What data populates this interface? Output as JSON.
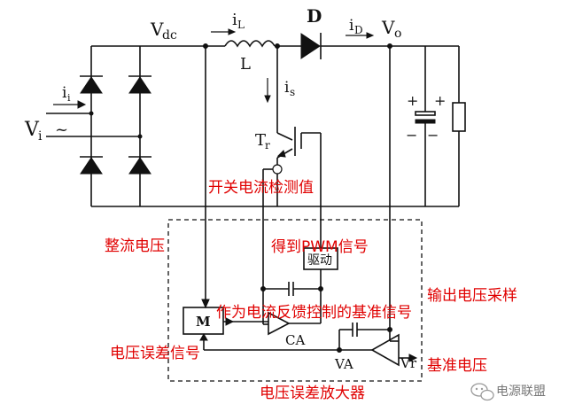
{
  "circuit_labels": {
    "vi": "V",
    "vi_sub": "i",
    "vi_tilde": "~",
    "ii": "i",
    "ii_sub": "i",
    "vdc": "V",
    "vdc_sub": "dc",
    "il": "i",
    "il_sub": "L",
    "l": "L",
    "d": "D",
    "id": "i",
    "id_sub": "D",
    "vo": "V",
    "vo_sub": "o",
    "is": "i",
    "is_sub": "s",
    "tr": "T",
    "tr_sub": "r",
    "driver": "驱动",
    "m": "M",
    "ca": "CA",
    "va": "VA",
    "vr": "Vr",
    "plus1": "+",
    "plus2": "+",
    "minus1": "−",
    "minus2": "−"
  },
  "annotations": {
    "switch_current": "开关电流检测值",
    "rectified_voltage": "整流电压",
    "pwm_signal": "得到PWM信号",
    "output_sampling": "输出电压采样",
    "current_reference": "作为电流反馈控制的基准信号",
    "voltage_error": "电压误差信号",
    "reference_voltage": "基准电压",
    "error_amplifier": "电压误差放大器"
  },
  "watermark": "电源联盟"
}
